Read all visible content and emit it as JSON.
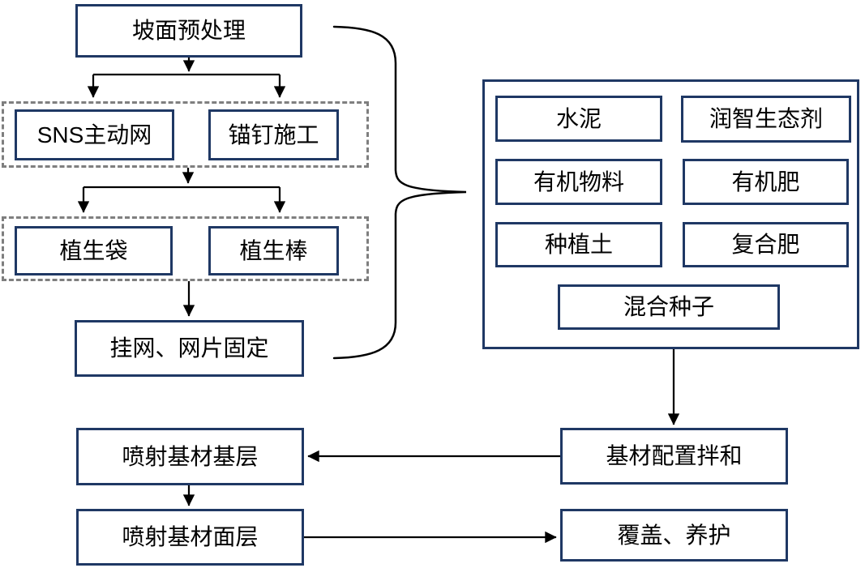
{
  "diagram": {
    "type": "flowchart",
    "palette": {
      "box_border": "#1f3864",
      "dashed_border": "#7f7f7f",
      "connector": "#000000",
      "text": "#000000",
      "background": "#ffffff"
    },
    "nodes": {
      "slope_pretreatment": "坡面预处理",
      "sns_net": "SNS主动网",
      "anchor_bolt": "锚钉施工",
      "veg_bag": "植生袋",
      "veg_rod": "植生棒",
      "hang_net": "挂网、网片固定",
      "cement": "水泥",
      "runzhi_eco_agent": "润智生态剂",
      "organic_material": "有机物料",
      "organic_fertilizer": "有机肥",
      "planting_soil": "种植土",
      "compound_fertilizer": "复合肥",
      "mixed_seeds": "混合种子",
      "substrate_mixing": "基材配置拌和",
      "spray_base_layer": "喷射基材基层",
      "spray_surface_layer": "喷射基材面层",
      "cover_maintenance": "覆盖、养护"
    },
    "groups": {
      "protection_group": [
        "sns_net",
        "anchor_bolt"
      ],
      "vegetation_group": [
        "veg_bag",
        "veg_rod"
      ],
      "materials_group": [
        "cement",
        "runzhi_eco_agent",
        "organic_material",
        "organic_fertilizer",
        "planting_soil",
        "compound_fertilizer",
        "mixed_seeds"
      ]
    },
    "edges": [
      {
        "from": "slope_pretreatment",
        "to": "sns_net",
        "type": "arrow"
      },
      {
        "from": "slope_pretreatment",
        "to": "anchor_bolt",
        "type": "arrow"
      },
      {
        "from": "protection_group",
        "to": "veg_bag",
        "type": "arrow"
      },
      {
        "from": "protection_group",
        "to": "veg_rod",
        "type": "arrow"
      },
      {
        "from": "vegetation_group",
        "to": "hang_net",
        "type": "arrow"
      },
      {
        "from": "left_column(slope_pretreatment..hang_net)",
        "to": "materials_group",
        "type": "brace"
      },
      {
        "from": "materials_group",
        "to": "substrate_mixing",
        "type": "arrow"
      },
      {
        "from": "substrate_mixing",
        "to": "spray_base_layer",
        "type": "arrow"
      },
      {
        "from": "spray_base_layer",
        "to": "spray_surface_layer",
        "type": "arrow"
      },
      {
        "from": "spray_surface_layer",
        "to": "cover_maintenance",
        "type": "arrow"
      }
    ]
  }
}
